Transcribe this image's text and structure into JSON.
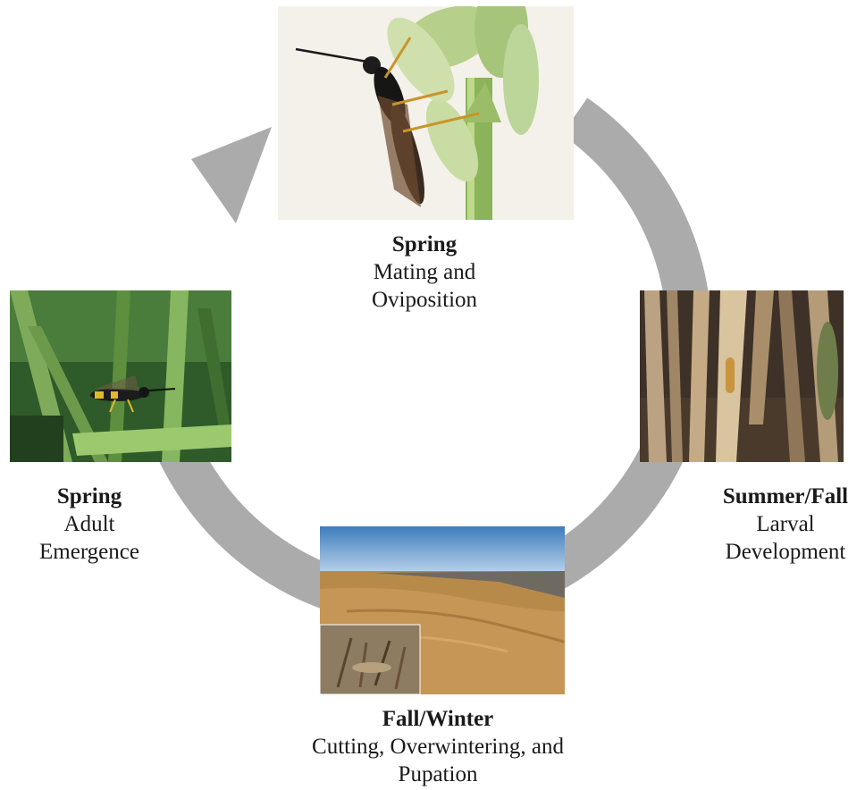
{
  "colors": {
    "ring": "#ababab",
    "background": "#ffffff",
    "text": "#1a1a1a"
  },
  "stages": [
    {
      "season": "Spring",
      "description": "Mating and Oviposition"
    },
    {
      "season": "Summer/Fall",
      "description": "Larval Development"
    },
    {
      "season": "Fall/Winter",
      "description": "Cutting, Overwintering, and Pupation"
    },
    {
      "season": "Spring",
      "description": "Adult Emergence"
    }
  ],
  "photos": [
    {
      "subject": "sawfly adult on green wheat head"
    },
    {
      "subject": "dry wheat stems with larval damage"
    },
    {
      "subject": "harvested field with cut stubble inset"
    },
    {
      "subject": "adult sawfly on grass blade"
    }
  ]
}
